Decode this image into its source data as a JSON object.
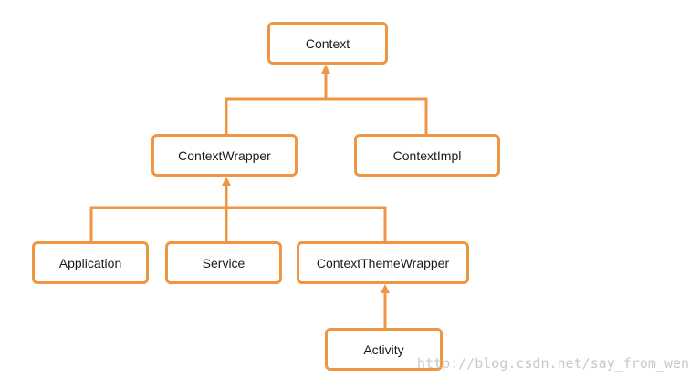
{
  "diagram": {
    "accent_color": "#ef9643",
    "nodes": {
      "context": "Context",
      "context_wrapper": "ContextWrapper",
      "context_impl": "ContextImpl",
      "application": "Application",
      "service": "Service",
      "context_theme_wrapper": "ContextThemeWrapper",
      "activity": "Activity"
    },
    "edges": [
      {
        "from": "context_wrapper",
        "to": "context"
      },
      {
        "from": "context_impl",
        "to": "context"
      },
      {
        "from": "application",
        "to": "context_wrapper"
      },
      {
        "from": "service",
        "to": "context_wrapper"
      },
      {
        "from": "context_theme_wrapper",
        "to": "context_wrapper"
      },
      {
        "from": "activity",
        "to": "context_theme_wrapper"
      }
    ]
  },
  "watermark": "http://blog.csdn.net/say_from_wen"
}
